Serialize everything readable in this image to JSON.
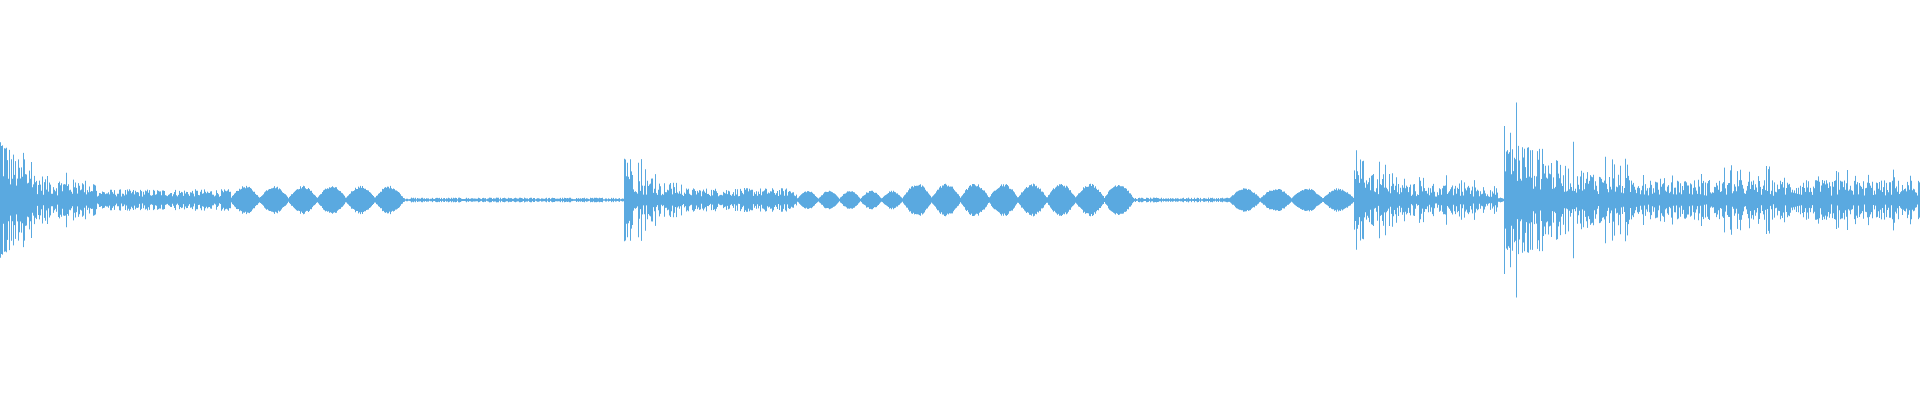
{
  "waveform": {
    "color": "#5aa9e0",
    "background": "#ffffff",
    "segments": [
      {
        "start": 0.0,
        "end": 0.05,
        "style": "burst",
        "peak": 0.95,
        "decay": 0.55
      },
      {
        "start": 0.05,
        "end": 0.12,
        "style": "noise",
        "peak": 0.09
      },
      {
        "start": 0.12,
        "end": 0.21,
        "style": "blobs",
        "peak": 0.12,
        "count": 6
      },
      {
        "start": 0.21,
        "end": 0.325,
        "style": "quiet",
        "peak": 0.02
      },
      {
        "start": 0.325,
        "end": 0.355,
        "style": "burst",
        "peak": 0.82,
        "decay": 0.5
      },
      {
        "start": 0.355,
        "end": 0.415,
        "style": "noise",
        "peak": 0.1
      },
      {
        "start": 0.415,
        "end": 0.47,
        "style": "blobs",
        "peak": 0.08,
        "count": 5
      },
      {
        "start": 0.47,
        "end": 0.59,
        "style": "blobs",
        "peak": 0.14,
        "count": 8
      },
      {
        "start": 0.59,
        "end": 0.64,
        "style": "quiet",
        "peak": 0.02
      },
      {
        "start": 0.64,
        "end": 0.705,
        "style": "blobs",
        "peak": 0.1,
        "count": 4
      },
      {
        "start": 0.705,
        "end": 0.78,
        "style": "burst",
        "peak": 0.7,
        "decay": 0.35
      },
      {
        "start": 0.78,
        "end": 0.783,
        "style": "quiet",
        "peak": 0.02
      },
      {
        "start": 0.783,
        "end": 1.0,
        "style": "burst",
        "peak": 0.95,
        "decay": 0.35
      }
    ]
  }
}
